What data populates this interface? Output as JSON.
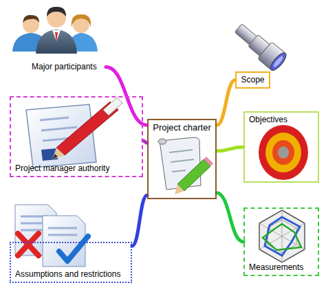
{
  "diagram": {
    "nodes": [
      {
        "text": [
          "Project charter"
        ]
      },
      {
        "text": [
          "Major participants"
        ]
      },
      {
        "text": [
          "Project manager authority"
        ]
      },
      {
        "text": [
          "Assumptions and restrictions"
        ]
      },
      {
        "text": [
          "Scope"
        ]
      },
      {
        "text": [
          "Objectives"
        ]
      },
      {
        "text": [
          "Measurements"
        ]
      }
    ],
    "edges": [
      {
        "from": 0,
        "to": 1,
        "arrow": "none"
      },
      {
        "from": 0,
        "to": 2,
        "arrow": "none"
      },
      {
        "from": 0,
        "to": 3,
        "arrow": "none"
      },
      {
        "from": 0,
        "to": 4,
        "arrow": "none"
      },
      {
        "from": 0,
        "to": 5,
        "arrow": "none"
      },
      {
        "from": 0,
        "to": 6,
        "arrow": "none"
      }
    ]
  }
}
